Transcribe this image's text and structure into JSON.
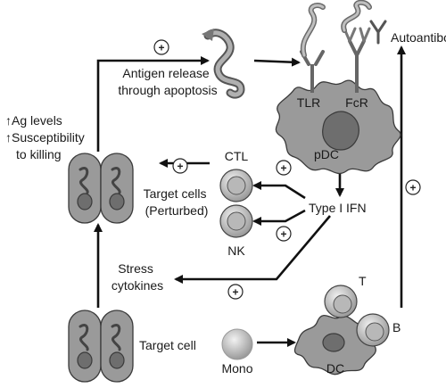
{
  "labels": {
    "antigen_release": [
      "Antigen release",
      "through apoptosis"
    ],
    "autoantibody": "Autoantibody",
    "tlr": "TLR",
    "fcr": "FcR",
    "pdc": "pDC",
    "ag_levels": [
      "↑Ag levels",
      "↑Susceptibility",
      "to killing"
    ],
    "ctl": "CTL",
    "nk": "NK",
    "target_cells_perturbed": [
      "Target cells",
      "(Perturbed)"
    ],
    "type1_ifn": "Type I IFN",
    "stress_cytokines": [
      "Stress",
      "cytokines"
    ],
    "t_cell": "T",
    "b_cell": "B",
    "dc": "DC",
    "mono": "Mono",
    "target_cell": "Target cell"
  },
  "plus_symbol": "+",
  "colors": {
    "cell_fill": "#9a9a9a",
    "nucleus_fill": "#6e6e6e",
    "arrow": "#111111",
    "background": "#ffffff"
  }
}
